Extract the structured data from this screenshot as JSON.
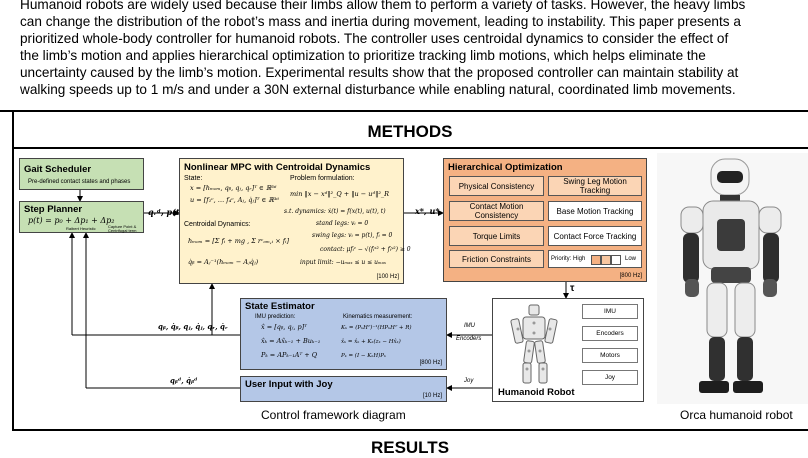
{
  "abstract": {
    "lines": [
      "Humanoid robots are widely used because their limbs allow them to perform a variety of tasks. However, the heavy limbs",
      "can change the distribution of the robot’s mass and inertia during movement, leading to instability. This paper presents a",
      "prioritized whole-body controller for humanoid robots. The controller uses centroidal dynamics to consider the effect of",
      "the limb’s motion and applies hierarchical optimization to prioritize tracking limb motions, which helps eliminate the",
      "uncertainty caused by the limb’s motion. Experimental results show that the proposed controller can maintain stability at",
      "walking speeds up to 1 m/s and under a 30N external disturbance while enabling natural, coordinated limb movements."
    ]
  },
  "sections": {
    "methods": "METHODS",
    "results": "RESULTS"
  },
  "diagram": {
    "gait": {
      "title": "Gait Scheduler",
      "subtitle": "Pre-defined contact states and phases"
    },
    "step": {
      "title": "Step Planner",
      "formula": "p(t) = p₀ + Δp₁ + Δp₂",
      "term1": "Raibert Heuristic",
      "term2": "Capture Point & Centrifugal term"
    },
    "step_output": "qᵣᵈ, p(t)",
    "mpc": {
      "title": "Nonlinear MPC with Centroidal Dynamics",
      "state_label": "State:",
      "state_eq1": "x = [hₘₒₘ, qᵦ, qⱼ, qᵣ]ᵀ ∈ ℝ³⁶",
      "state_eq2": "u = [f₁ᶜ, … f₄ᶜ, Aⱼ, q̇ⱼ]ᵀ ∈ ℝ³⁶",
      "centroidal_label": "Centroidal Dynamics:",
      "cd_eq1": "hₘₒₘ = [Σ fᵢ + mg ,  Σ rᶜₒₘ,ᵢ × fᵢ]",
      "cd_eq2": "q̇ᵦ = Aⱼ⁻¹(hₘₒₘ − Aⱼq̇ⱼ)",
      "problem_label": "Problem formulation:",
      "pf_eq1": "min ‖x − xᵈ‖²_Q + ‖u − uᵈ‖²_R",
      "pf_eq2": "s.t. dynamics:  ẋ(t) = f(x(t), u(t), t)",
      "pf_eq3": "stand legs:  vᵢ = 0",
      "pf_eq4": "swing legs:  vᵢ = p(t), fᵢ = 0",
      "pf_eq5": "contact:  μfᵢᶻ − √(fᵢˣ² + fᵢʸ²) ≥ 0",
      "pf_eq6": "input limit:  −uₘₐₓ ≤ u ≤ uₘₐₓ",
      "rate": "[100 Hz]"
    },
    "mpc_output": "x*, u*",
    "ho": {
      "title": "Hierarchical Optimization",
      "physical": "Physical Consistency",
      "swing": "Swing Leg Motion Tracking",
      "contact_motion": "Contact Motion Consistency",
      "base_motion": "Base Motion Tracking",
      "torque": "Torque Limits",
      "contact_force": "Contact Force Tracking",
      "friction": "Friction Constraints",
      "priority_high": "Priority: High",
      "priority_low": "Low",
      "rate": "[800 Hz]"
    },
    "tau": "τ",
    "se": {
      "title": "State Estimator",
      "imu_label": "IMU prediction:",
      "imu_eq1": "x̂ = [qᵦ, qⱼ, p]ᵀ",
      "imu_eq2": "x̂ₖ = Ax̂ₖ₋₁ + Buₖ₋₁",
      "imu_eq3": "Pₖ = APₖ₋₁Aᵀ + Q",
      "kin_label": "Kinematics measurement:",
      "kin_eq1": "Kₖ = (PₖHᵀ)⁻¹(HPₖHᵀ + R)",
      "kin_eq2": "x̂ₖ = x̂ₖ + Kₖ(zₖ − Hx̂ₖ)",
      "kin_eq3": "Pₖ = (I − KₖH)Pₖ",
      "rate": "[800 Hz]"
    },
    "se_output": "qᵦ, q̇ᵦ, qⱼ, q̇ⱼ, qᵣ, q̇ᵣ",
    "imu_label": "IMU",
    "encoders_label": "Encoders",
    "joy": {
      "title": "User Input with Joy",
      "rate": "[10 Hz]"
    },
    "joy_output": "qᵦᵈ, q̇ᵦᵈ",
    "joy_arrow": "Joy",
    "robot": {
      "title": "Humanoid Robot",
      "sensors": [
        "IMU",
        "Encoders",
        "Motors",
        "Joy"
      ]
    }
  },
  "captions": {
    "diagram": "Control framework diagram",
    "photo": "Orca humanoid robot"
  },
  "colors": {
    "gait": "#c6e0b4",
    "mpc": "#fff2cc",
    "ho": "#f4b183",
    "ho_item": "#fbd5b5",
    "se": "#b4c7e7"
  }
}
